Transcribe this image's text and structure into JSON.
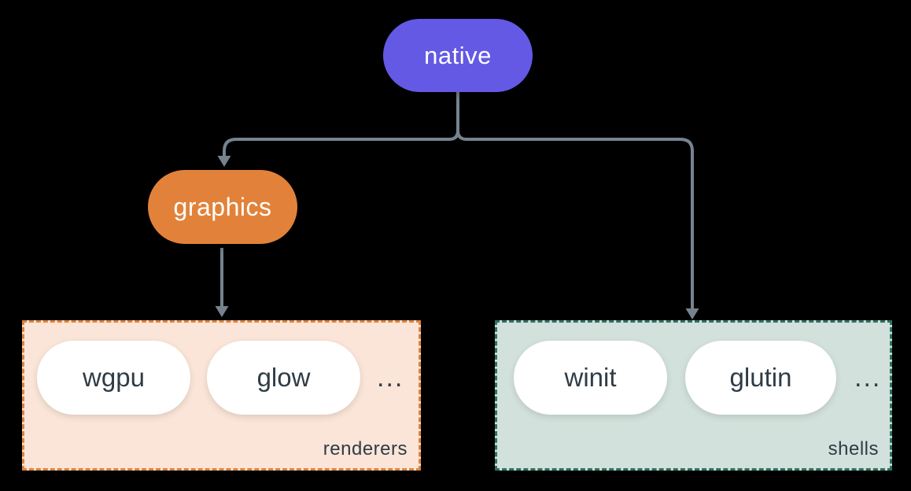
{
  "nodes": {
    "native": {
      "label": "native"
    },
    "graphics": {
      "label": "graphics"
    }
  },
  "groups": {
    "renderers": {
      "label": "renderers",
      "items": [
        "wgpu",
        "glow"
      ],
      "more": "..."
    },
    "shells": {
      "label": "shells",
      "items": [
        "winit",
        "glutin"
      ],
      "more": "..."
    }
  },
  "colors": {
    "background": "#000000",
    "native_fill": "#6459e4",
    "graphics_fill": "#e2823a",
    "connector": "#76838f",
    "renderers_bg": "#fae5d8",
    "renderers_border": "#e0823c",
    "shells_bg": "#d2e1db",
    "shells_border": "#2e7164",
    "pill_bg": "#ffffff",
    "text_dark": "#2f3c46",
    "text_light": "#ffffff"
  }
}
